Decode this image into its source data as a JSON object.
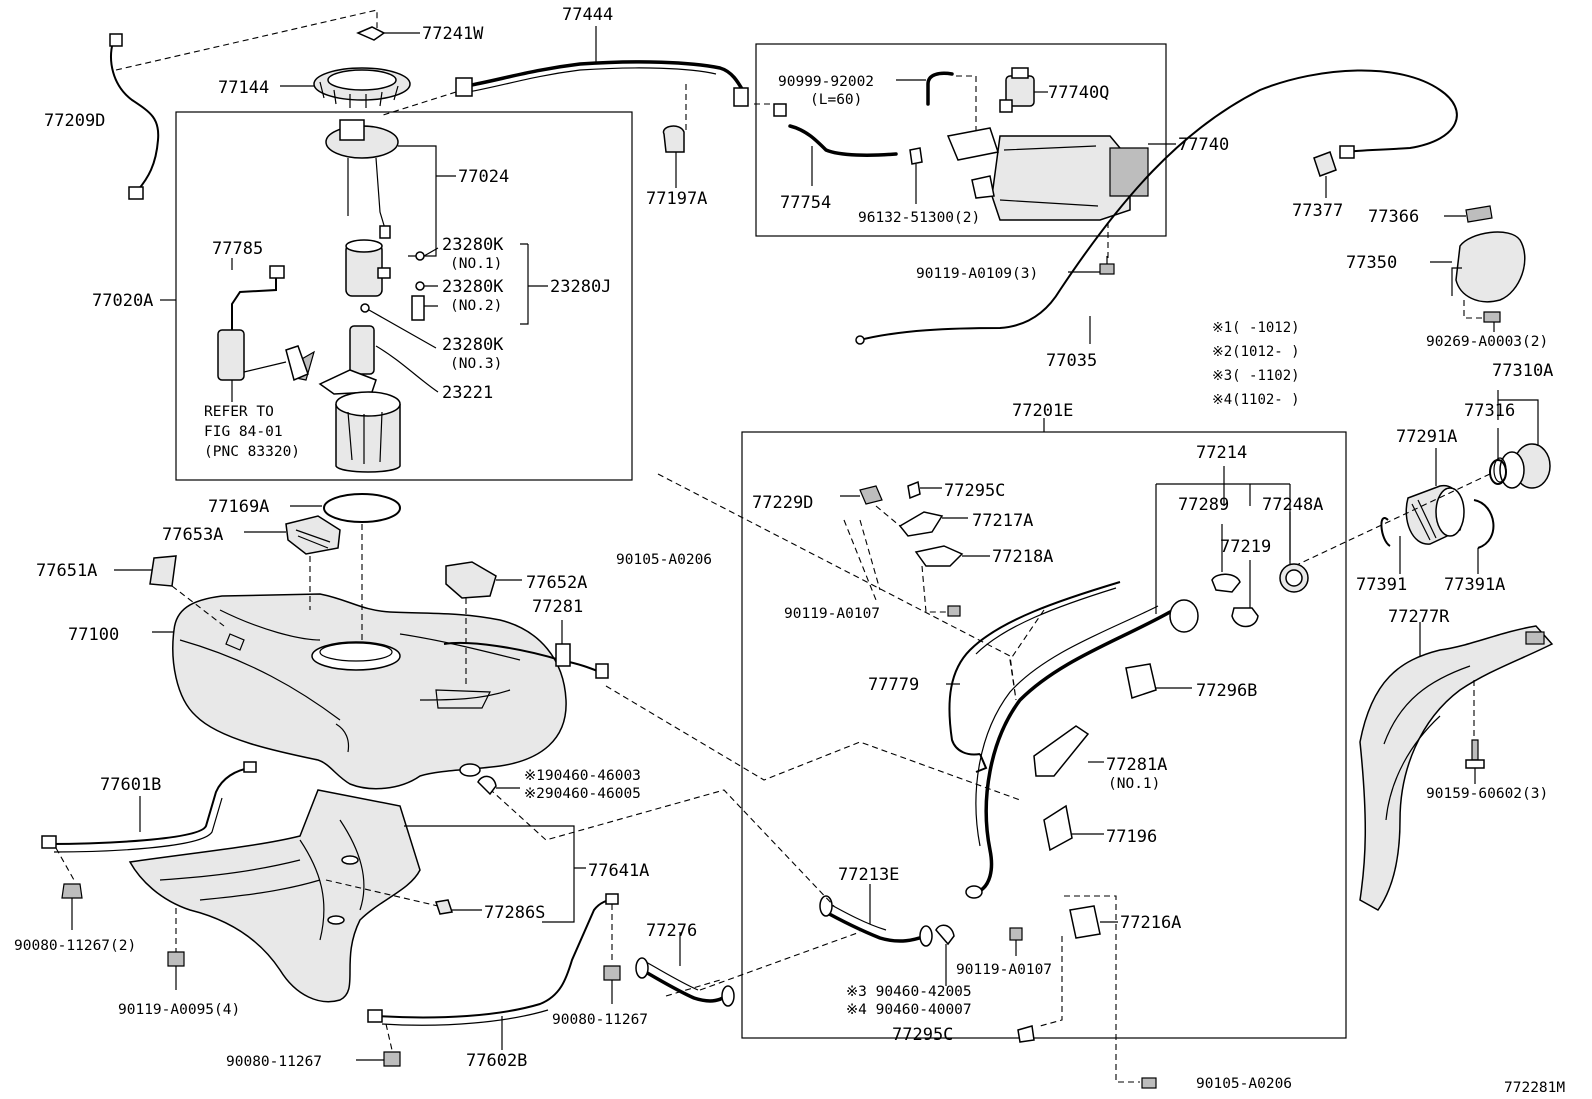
{
  "diagram_id": "772281M",
  "labels": {
    "l77241W": "77241W",
    "l77444": "77444",
    "l77144": "77144",
    "l77209D": "77209D",
    "l77024": "77024",
    "l77785": "77785",
    "l77020A": "77020A",
    "l23280K_1": "23280K",
    "l23280K_1_note": "(NO.1)",
    "l23280K_2": "23280K",
    "l23280K_2_note": "(NO.2)",
    "l23280J": "23280J",
    "l23280K_3": "23280K",
    "l23280K_3_note": "(NO.3)",
    "l23221": "23221",
    "l77197A": "77197A",
    "l90999": "90999-92002",
    "l90999_note": "(L=60)",
    "l77740Q": "77740Q",
    "l77740": "77740",
    "l77754": "77754",
    "l96132": "96132-51300(2)",
    "l90119_A0109": "90119-A0109(3)",
    "l77377": "77377",
    "l77366": "77366",
    "l77350": "77350",
    "l77035": "77035",
    "l90269": "90269-A0003(2)",
    "l77310A": "77310A",
    "l77316": "77316",
    "l77291A": "77291A",
    "l77391": "77391",
    "l77391A": "77391A",
    "l77277R": "77277R",
    "l90159": "90159-60602(3)",
    "l77201E": "77201E",
    "l77214": "77214",
    "l77289": "77289",
    "l77248A": "77248A",
    "l77219": "77219",
    "l77229D": "77229D",
    "l77295C_top": "77295C",
    "l77217A": "77217A",
    "l77218A": "77218A",
    "l90119_A0107_top": "90119-A0107",
    "l90105_A0206_top": "90105-A0206",
    "l77779": "77779",
    "l77296B": "77296B",
    "l77281A": "77281A",
    "l77281A_note": "(NO.1)",
    "l77196": "77196",
    "l77213E": "77213E",
    "l77216A": "77216A",
    "l90119_A0107_bot": "90119-A0107",
    "l90460_42005": "※3 90460-42005",
    "l90460_40007": "※4 90460-40007",
    "l77295C_bot": "77295C",
    "l90105_A0206_bot": "90105-A0206",
    "l77169A": "77169A",
    "l77653A": "77653A",
    "l77651A": "77651A",
    "l77652A": "77652A",
    "l77281": "77281",
    "l77100": "77100",
    "l90460_46003": "※190460-46003",
    "l90460_46005": "※290460-46005",
    "l77601B": "77601B",
    "l77641A": "77641A",
    "l77286S": "77286S",
    "l90080_11267_2": "90080-11267(2)",
    "l90119_A0095": "90119-A0095(4)",
    "l77276": "77276",
    "l90080_11267_r": "90080-11267",
    "l90080_11267_b": "90080-11267",
    "l77602B": "77602B"
  },
  "refer": {
    "line1": "REFER TO",
    "line2": "FIG 84-01",
    "line3": "(PNC 83320)"
  },
  "notes": [
    "※1(     -1012)",
    "※2(1012-     )",
    "※3(     -1102)",
    "※4(1102-     )"
  ]
}
